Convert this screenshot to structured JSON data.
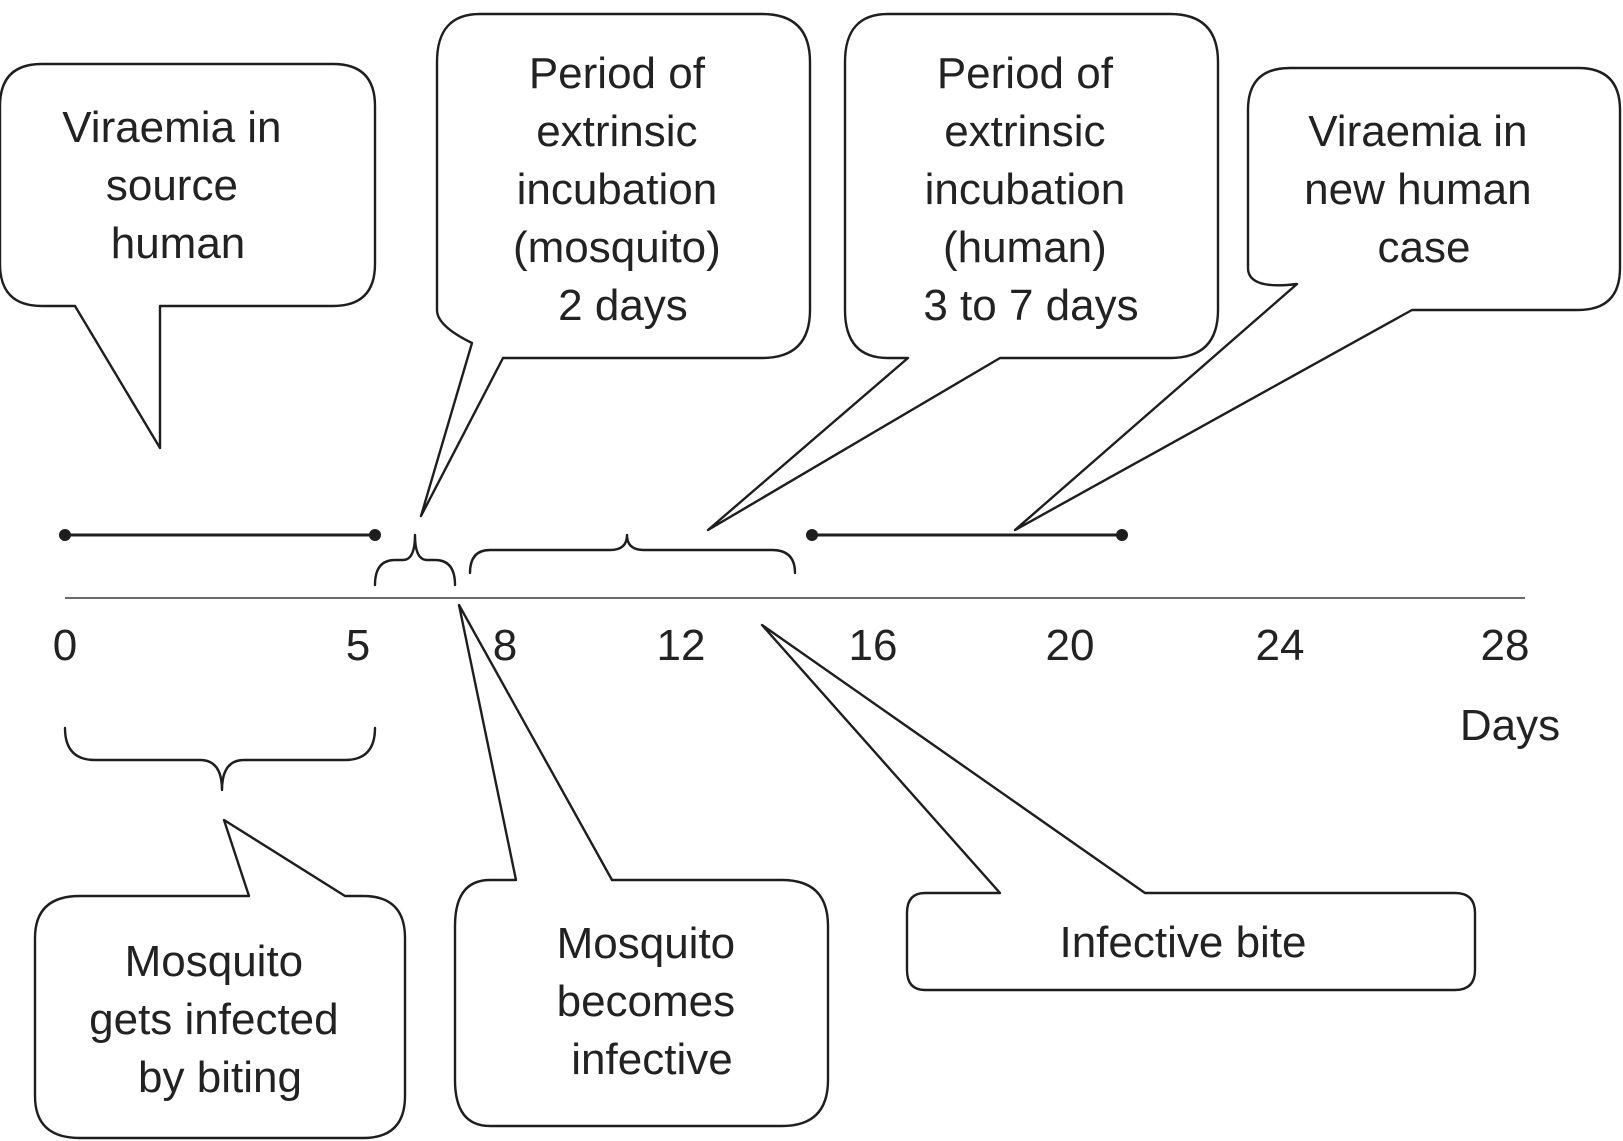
{
  "callouts": {
    "viraemia_source": {
      "lines": [
        "Viraemia in",
        "source",
        "human"
      ]
    },
    "extrinsic_mosquito": {
      "lines": [
        "Period of",
        "extrinsic",
        "incubation",
        "(mosquito)",
        "2 days"
      ]
    },
    "extrinsic_human": {
      "lines": [
        "Period of",
        "extrinsic",
        "incubation",
        "(human)",
        "3 to 7 days"
      ]
    },
    "viraemia_new": {
      "lines": [
        "Viraemia in",
        "new human",
        "case"
      ]
    },
    "mosquito_infected": {
      "lines": [
        "Mosquito",
        "gets infected",
        "by biting"
      ]
    },
    "mosquito_infective": {
      "lines": [
        "Mosquito",
        "becomes",
        "infective"
      ]
    },
    "infective_bite": {
      "lines": [
        "Infective bite"
      ]
    }
  },
  "axis": {
    "ticks": [
      "0",
      "5",
      "8",
      "12",
      "16",
      "20",
      "24",
      "28"
    ],
    "unit_label": "Days"
  }
}
